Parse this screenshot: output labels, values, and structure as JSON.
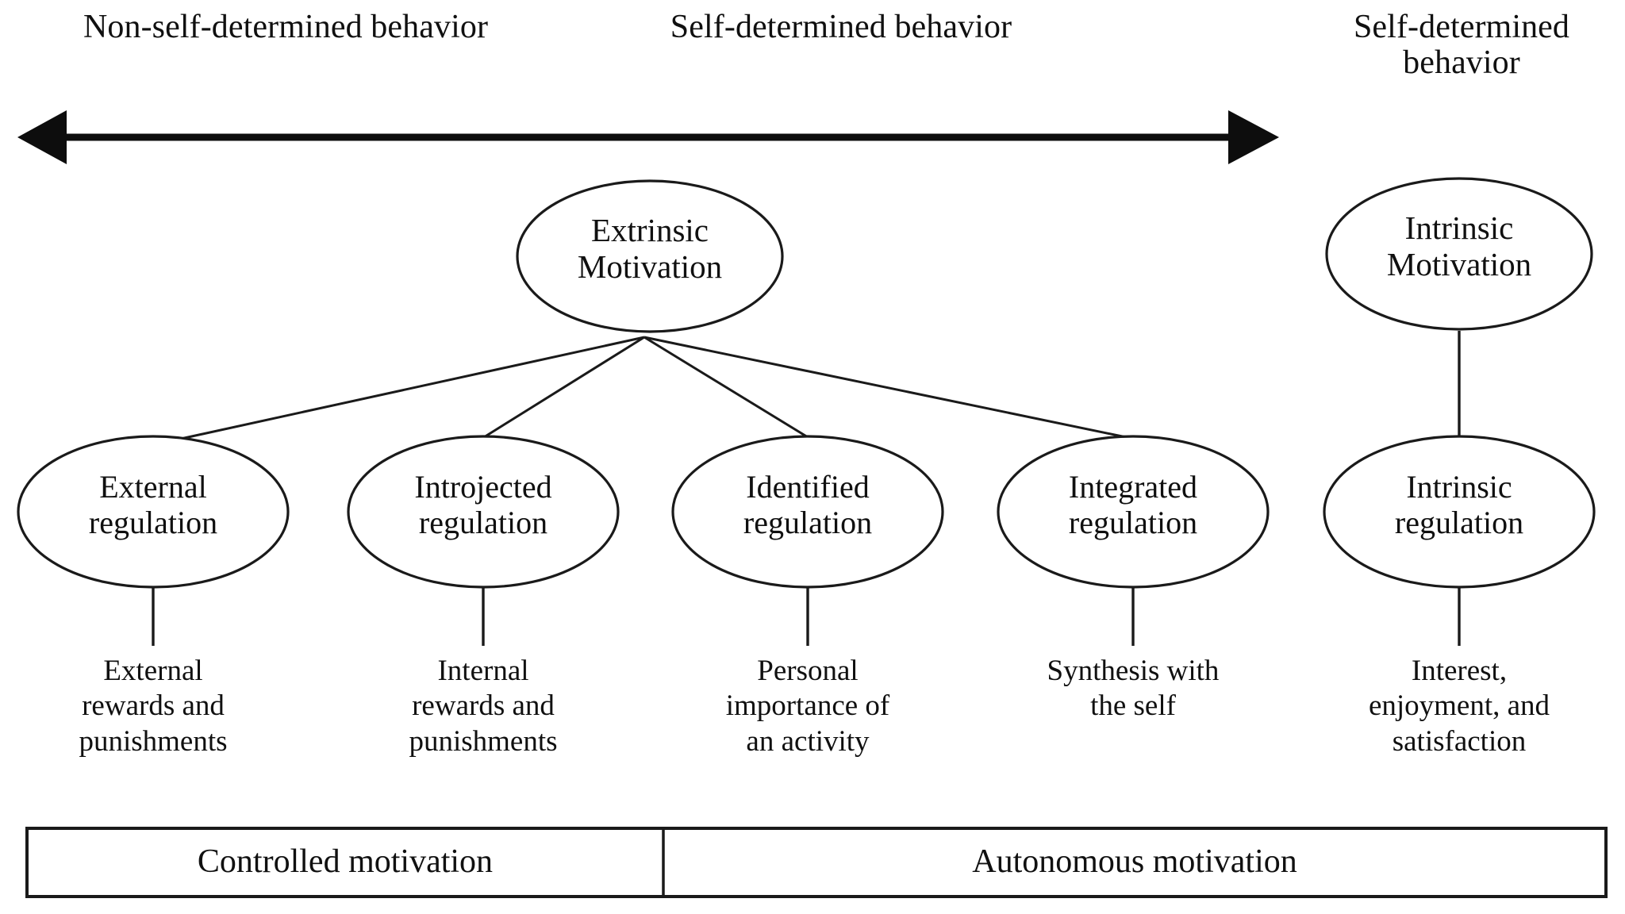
{
  "header": {
    "left_label": "Non-self-determined behavior",
    "middle_label": "Self-determined behavior",
    "right_label": "Self-determined\nbehavior",
    "axis_icon": "double-headed-arrow-icon"
  },
  "top_nodes": [
    {
      "id": "extrinsic-motivation",
      "label": "Extrinsic\nMotivation"
    },
    {
      "id": "intrinsic-motivation",
      "label": "Intrinsic\nMotivation"
    }
  ],
  "regulation_nodes": [
    {
      "id": "external-regulation",
      "label": "External\nregulation",
      "caption": "External\nrewards and\npunishments"
    },
    {
      "id": "introjected-regulation",
      "label": "Introjected\nregulation",
      "caption": "Internal\nrewards and\npunishments"
    },
    {
      "id": "identified-regulation",
      "label": "Identified\nregulation",
      "caption": "Personal\nimportance of\nan activity"
    },
    {
      "id": "integrated-regulation",
      "label": "Integrated\nregulation",
      "caption": "Synthesis with\nthe self"
    },
    {
      "id": "intrinsic-regulation",
      "label": "Intrinsic\nregulation",
      "caption": "Interest,\nenjoyment, and\nsatisfaction"
    }
  ],
  "bottom_bar": {
    "left_segment": "Controlled motivation",
    "right_segment": "Autonomous motivation"
  },
  "colors": {
    "ink": "#1a1a1a",
    "background": "#ffffff",
    "text": "#101010"
  }
}
